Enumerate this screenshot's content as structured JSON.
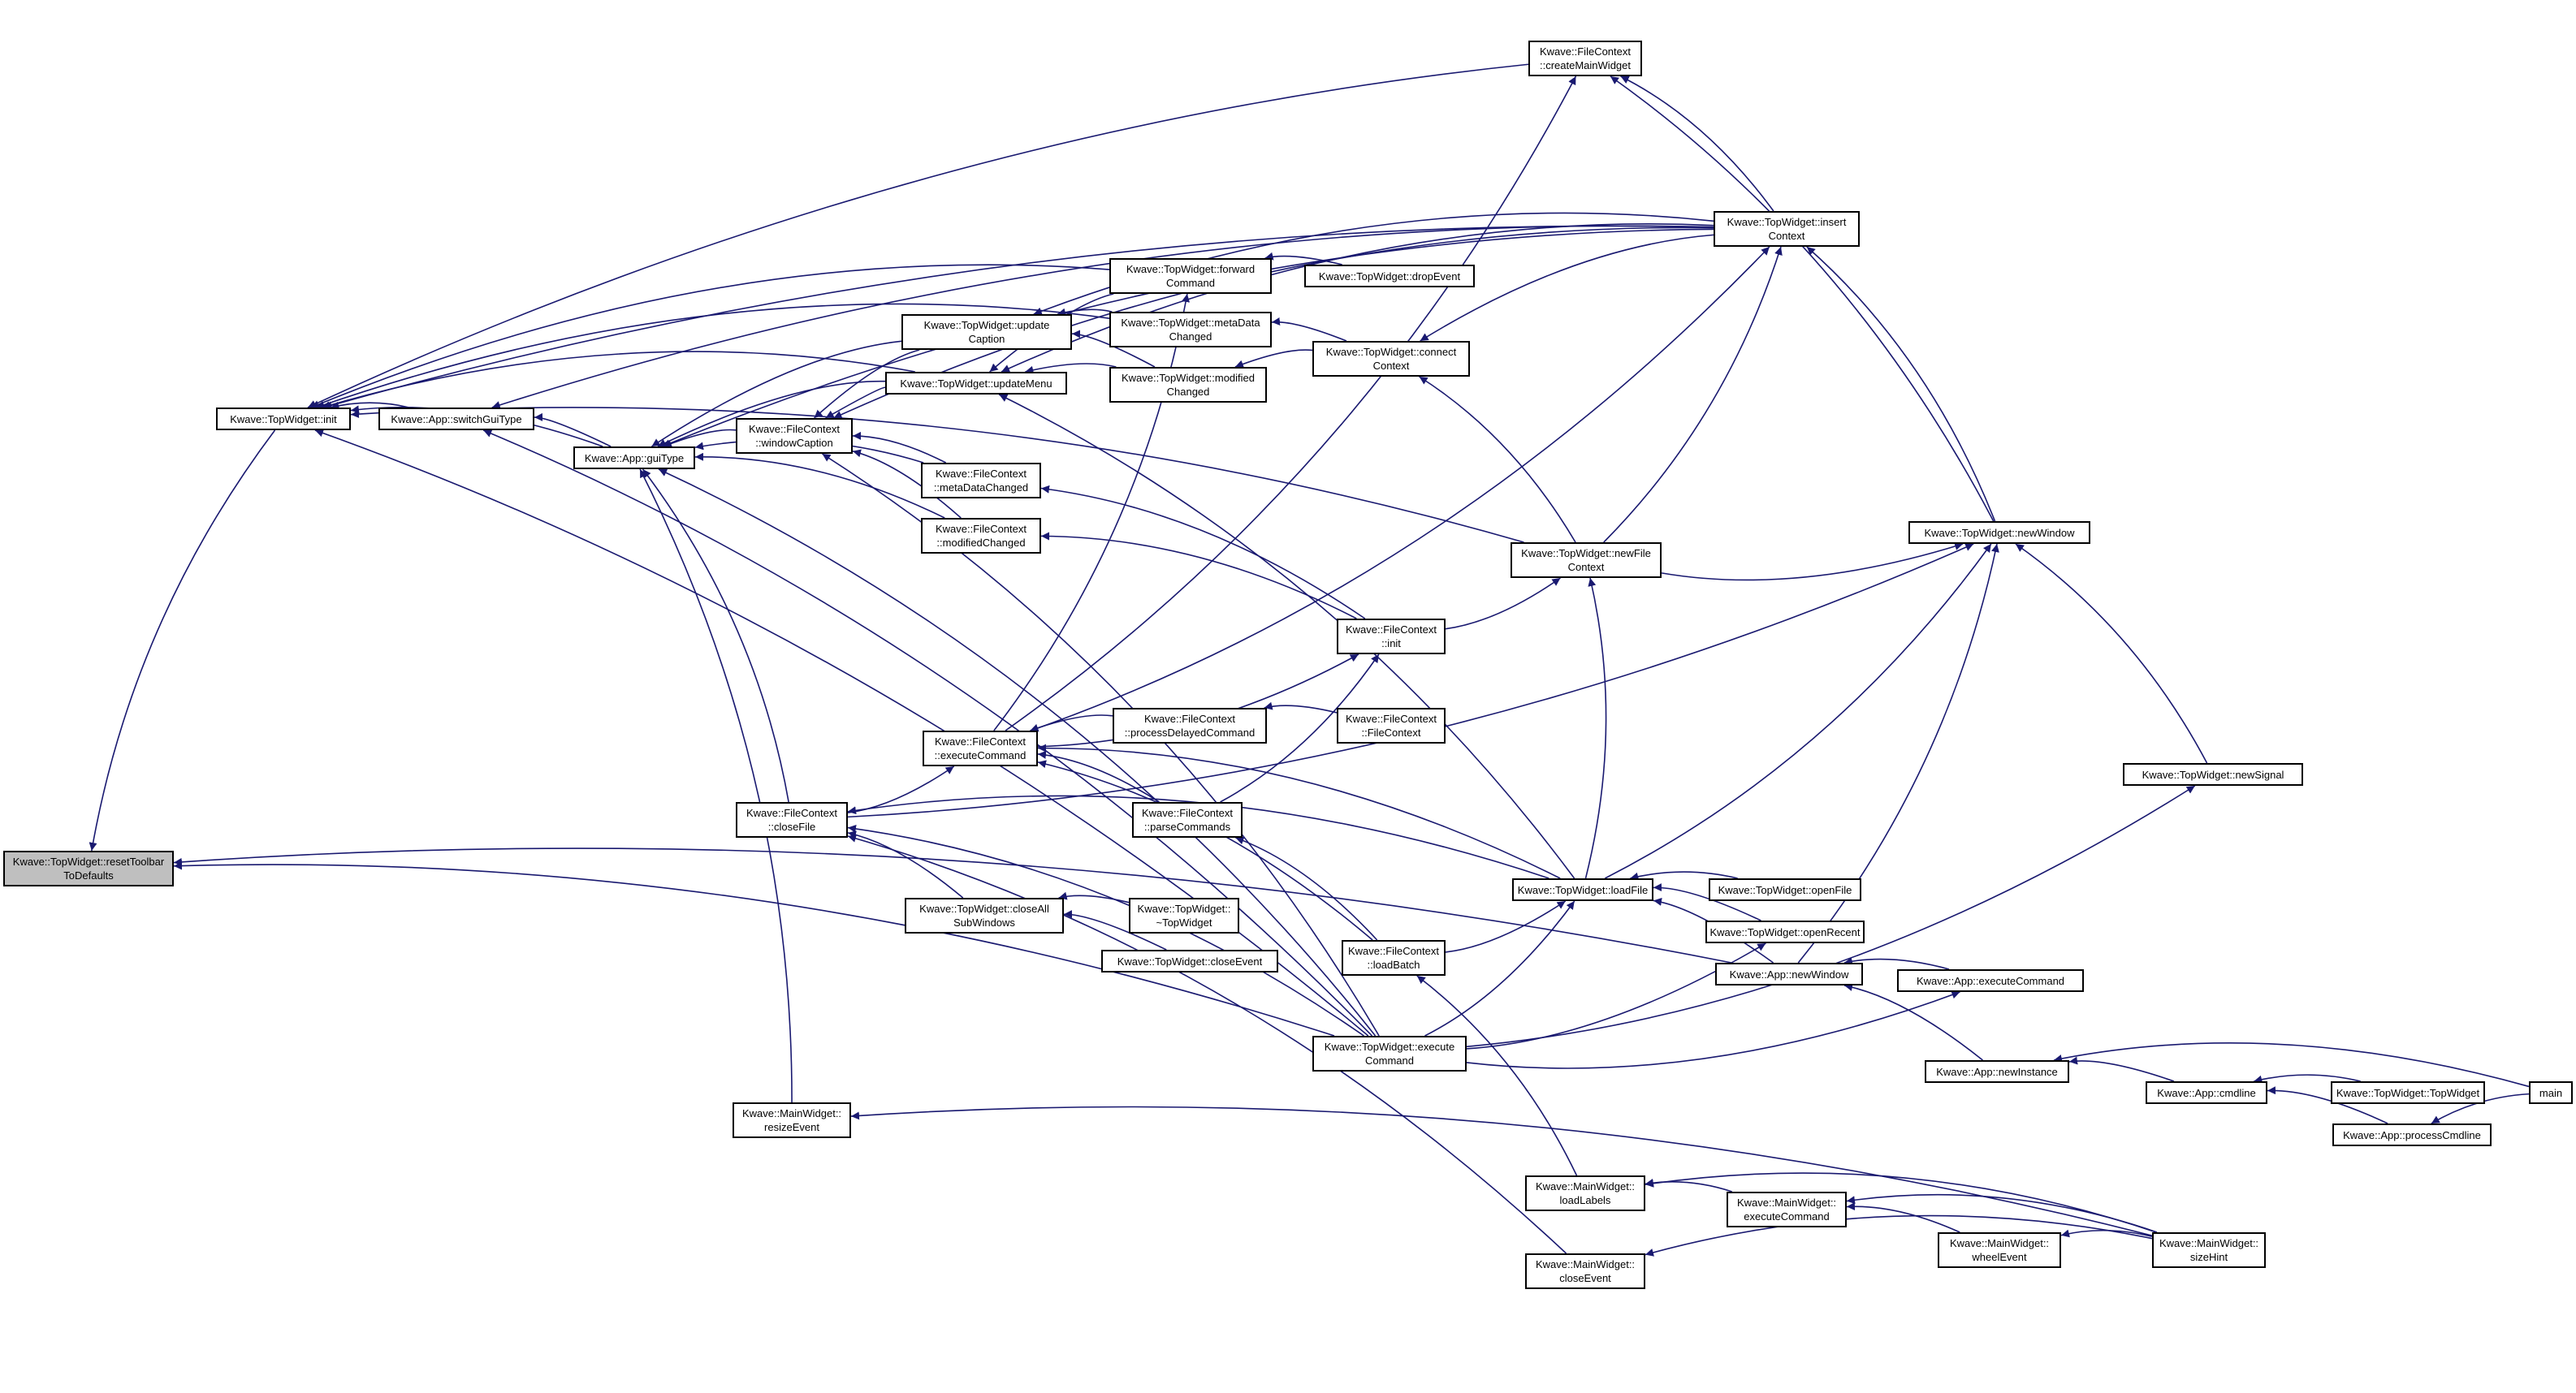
{
  "colors": {
    "edge": "#191970",
    "node_border": "#000000",
    "node_fill": "#ffffff",
    "root_fill": "#bfbfbf"
  },
  "nodes": [
    {
      "id": "resetToolbar",
      "l1": "Kwave::TopWidget::resetToolbar",
      "l2": "ToDefaults",
      "root": true
    },
    {
      "id": "tw_init",
      "l1": "Kwave::TopWidget::init",
      "l2": ""
    },
    {
      "id": "switchGui",
      "l1": "Kwave::App::switchGuiType",
      "l2": ""
    },
    {
      "id": "guiType",
      "l1": "Kwave::App::guiType",
      "l2": ""
    },
    {
      "id": "windowCaption",
      "l1": "Kwave::FileContext",
      "l2": "::windowCaption"
    },
    {
      "id": "updateCaption",
      "l1": "Kwave::TopWidget::update",
      "l2": "Caption"
    },
    {
      "id": "updateMenu",
      "l1": "Kwave::TopWidget::updateMenu",
      "l2": ""
    },
    {
      "id": "forwardCommand",
      "l1": "Kwave::TopWidget::forward",
      "l2": "Command"
    },
    {
      "id": "dropEvent",
      "l1": "Kwave::TopWidget::dropEvent",
      "l2": ""
    },
    {
      "id": "metaDataChanged",
      "l1": "Kwave::TopWidget::metaData",
      "l2": "Changed"
    },
    {
      "id": "modifiedChanged",
      "l1": "Kwave::TopWidget::modified",
      "l2": "Changed"
    },
    {
      "id": "connectContext",
      "l1": "Kwave::TopWidget::connect",
      "l2": "Context"
    },
    {
      "id": "fcMetaDataChanged",
      "l1": "Kwave::FileContext",
      "l2": "::metaDataChanged"
    },
    {
      "id": "fcModifiedChanged",
      "l1": "Kwave::FileContext",
      "l2": "::modifiedChanged"
    },
    {
      "id": "createMainWidget",
      "l1": "Kwave::FileContext",
      "l2": "::createMainWidget"
    },
    {
      "id": "insertContext",
      "l1": "Kwave::TopWidget::insert",
      "l2": "Context"
    },
    {
      "id": "newWindowTW",
      "l1": "Kwave::TopWidget::newWindow",
      "l2": ""
    },
    {
      "id": "newFileContext",
      "l1": "Kwave::TopWidget::newFile",
      "l2": "Context"
    },
    {
      "id": "fcInit",
      "l1": "Kwave::FileContext",
      "l2": "::init"
    },
    {
      "id": "executeCommandFC",
      "l1": "Kwave::FileContext",
      "l2": "::executeCommand"
    },
    {
      "id": "processDelayed",
      "l1": "Kwave::FileContext",
      "l2": "::processDelayedCommand"
    },
    {
      "id": "fcCtor",
      "l1": "Kwave::FileContext",
      "l2": "::FileContext"
    },
    {
      "id": "closeFile",
      "l1": "Kwave::FileContext",
      "l2": "::closeFile"
    },
    {
      "id": "parseCommands",
      "l1": "Kwave::FileContext",
      "l2": "::parseCommands"
    },
    {
      "id": "newSignal",
      "l1": "Kwave::TopWidget::newSignal",
      "l2": ""
    },
    {
      "id": "loadFile",
      "l1": "Kwave::TopWidget::loadFile",
      "l2": ""
    },
    {
      "id": "openFile",
      "l1": "Kwave::TopWidget::openFile",
      "l2": ""
    },
    {
      "id": "closeAllSub",
      "l1": "Kwave::TopWidget::closeAll",
      "l2": "SubWindows"
    },
    {
      "id": "twDtor",
      "l1": "Kwave::TopWidget::",
      "l2": "~TopWidget"
    },
    {
      "id": "closeEventTW",
      "l1": "Kwave::TopWidget::closeEvent",
      "l2": ""
    },
    {
      "id": "loadBatch",
      "l1": "Kwave::FileContext",
      "l2": "::loadBatch"
    },
    {
      "id": "openRecent",
      "l1": "Kwave::TopWidget::openRecent",
      "l2": ""
    },
    {
      "id": "appNewWindow",
      "l1": "Kwave::App::newWindow",
      "l2": ""
    },
    {
      "id": "appExecuteCommand",
      "l1": "Kwave::App::executeCommand",
      "l2": ""
    },
    {
      "id": "twExecuteCommand",
      "l1": "Kwave::TopWidget::execute",
      "l2": "Command"
    },
    {
      "id": "newInstance",
      "l1": "Kwave::App::newInstance",
      "l2": ""
    },
    {
      "id": "cmdline",
      "l1": "Kwave::App::cmdline",
      "l2": ""
    },
    {
      "id": "twCtor",
      "l1": "Kwave::TopWidget::TopWidget",
      "l2": ""
    },
    {
      "id": "main",
      "l1": "main",
      "l2": ""
    },
    {
      "id": "processCmdline",
      "l1": "Kwave::App::processCmdline",
      "l2": ""
    },
    {
      "id": "resizeEvent",
      "l1": "Kwave::MainWidget::",
      "l2": "resizeEvent"
    },
    {
      "id": "loadLabels",
      "l1": "Kwave::MainWidget::",
      "l2": "loadLabels"
    },
    {
      "id": "mwExecuteCommand",
      "l1": "Kwave::MainWidget::",
      "l2": "executeCommand"
    },
    {
      "id": "wheelEvent",
      "l1": "Kwave::MainWidget::",
      "l2": "wheelEvent"
    },
    {
      "id": "sizeHint",
      "l1": "Kwave::MainWidget::",
      "l2": "sizeHint"
    },
    {
      "id": "closeEventMW",
      "l1": "Kwave::MainWidget::",
      "l2": "closeEvent"
    }
  ],
  "edges": [
    [
      "tw_init",
      "resetToolbar"
    ],
    [
      "twExecuteCommand",
      "resetToolbar"
    ],
    [
      "appNewWindow",
      "resetToolbar"
    ],
    [
      "switchGui",
      "tw_init"
    ],
    [
      "guiType",
      "tw_init"
    ],
    [
      "createMainWidget",
      "tw_init"
    ],
    [
      "guiType",
      "switchGui"
    ],
    [
      "windowCaption",
      "guiType"
    ],
    [
      "updateCaption",
      "guiType"
    ],
    [
      "updateMenu",
      "guiType"
    ],
    [
      "fcMetaDataChanged",
      "guiType"
    ],
    [
      "fcModifiedChanged",
      "guiType"
    ],
    [
      "metaDataChanged",
      "tw_init"
    ],
    [
      "updateMenu",
      "tw_init"
    ],
    [
      "forwardCommand",
      "tw_init"
    ],
    [
      "insertContext",
      "tw_init"
    ],
    [
      "insertContext",
      "switchGui"
    ],
    [
      "insertContext",
      "guiType"
    ],
    [
      "twExecuteCommand",
      "tw_init"
    ],
    [
      "twExecuteCommand",
      "switchGui"
    ],
    [
      "twExecuteCommand",
      "guiType"
    ],
    [
      "newFileContext",
      "tw_init"
    ],
    [
      "closeFile",
      "guiType"
    ],
    [
      "resizeEvent",
      "guiType"
    ],
    [
      "updateCaption",
      "windowCaption"
    ],
    [
      "updateMenu",
      "windowCaption"
    ],
    [
      "fcMetaDataChanged",
      "windowCaption"
    ],
    [
      "fcModifiedChanged",
      "windowCaption"
    ],
    [
      "insertContext",
      "windowCaption"
    ],
    [
      "twExecuteCommand",
      "windowCaption"
    ],
    [
      "forwardCommand",
      "updateMenu"
    ],
    [
      "metaDataChanged",
      "updateCaption"
    ],
    [
      "modifiedChanged",
      "updateCaption"
    ],
    [
      "insertContext",
      "updateCaption"
    ],
    [
      "modifiedChanged",
      "updateMenu"
    ],
    [
      "insertContext",
      "updateMenu"
    ],
    [
      "loadFile",
      "updateMenu"
    ],
    [
      "dropEvent",
      "forwardCommand"
    ],
    [
      "connectContext",
      "metaDataChanged"
    ],
    [
      "connectContext",
      "modifiedChanged"
    ],
    [
      "insertContext",
      "connectContext"
    ],
    [
      "newFileContext",
      "connectContext"
    ],
    [
      "fcInit",
      "fcMetaDataChanged"
    ],
    [
      "fcInit",
      "fcModifiedChanged"
    ],
    [
      "insertContext",
      "createMainWidget"
    ],
    [
      "newWindowTW",
      "createMainWidget"
    ],
    [
      "executeCommandFC",
      "createMainWidget"
    ],
    [
      "newWindowTW",
      "insertContext"
    ],
    [
      "newFileContext",
      "insertContext"
    ],
    [
      "newFileContext",
      "newWindowTW"
    ],
    [
      "fcInit",
      "newFileContext"
    ],
    [
      "executeCommandFC",
      "forwardCommand"
    ],
    [
      "executeCommandFC",
      "fcInit"
    ],
    [
      "executeCommandFC",
      "insertContext"
    ],
    [
      "processDelayed",
      "executeCommandFC"
    ],
    [
      "fcCtor",
      "processDelayed"
    ],
    [
      "parseCommands",
      "executeCommandFC"
    ],
    [
      "loadBatch",
      "executeCommandFC"
    ],
    [
      "loadFile",
      "executeCommandFC"
    ],
    [
      "closeFile",
      "executeCommandFC"
    ],
    [
      "parseCommands",
      "fcInit"
    ],
    [
      "loadBatch",
      "parseCommands"
    ],
    [
      "closeFile",
      "newWindowTW"
    ],
    [
      "closeAllSub",
      "closeFile"
    ],
    [
      "loadFile",
      "closeFile"
    ],
    [
      "twExecuteCommand",
      "closeFile"
    ],
    [
      "closeEventMW",
      "closeFile"
    ],
    [
      "twDtor",
      "closeAllSub"
    ],
    [
      "closeEventTW",
      "closeAllSub"
    ],
    [
      "newSignal",
      "newWindowTW"
    ],
    [
      "loadFile",
      "newWindowTW"
    ],
    [
      "loadFile",
      "newFileContext"
    ],
    [
      "openFile",
      "loadFile"
    ],
    [
      "openRecent",
      "loadFile"
    ],
    [
      "appNewWindow",
      "loadFile"
    ],
    [
      "appNewWindow",
      "newWindowTW"
    ],
    [
      "loadBatch",
      "loadFile"
    ],
    [
      "loadLabels",
      "loadBatch"
    ],
    [
      "twExecuteCommand",
      "loadFile"
    ],
    [
      "twExecuteCommand",
      "openRecent"
    ],
    [
      "twExecuteCommand",
      "appExecuteCommand"
    ],
    [
      "twExecuteCommand",
      "newSignal"
    ],
    [
      "appExecuteCommand",
      "appNewWindow"
    ],
    [
      "newInstance",
      "appNewWindow"
    ],
    [
      "cmdline",
      "newInstance"
    ],
    [
      "main",
      "newInstance"
    ],
    [
      "twCtor",
      "cmdline"
    ],
    [
      "processCmdline",
      "cmdline"
    ],
    [
      "main",
      "processCmdline"
    ],
    [
      "mwExecuteCommand",
      "loadLabels"
    ],
    [
      "sizeHint",
      "loadLabels"
    ],
    [
      "wheelEvent",
      "mwExecuteCommand"
    ],
    [
      "sizeHint",
      "mwExecuteCommand"
    ],
    [
      "sizeHint",
      "wheelEvent"
    ],
    [
      "sizeHint",
      "closeEventMW"
    ],
    [
      "sizeHint",
      "resizeEvent"
    ]
  ]
}
